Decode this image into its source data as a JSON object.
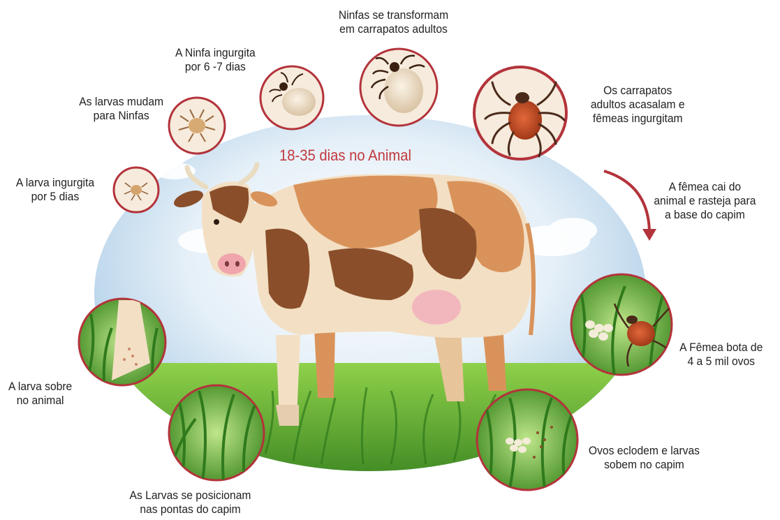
{
  "center_label": "18-35 dias no Animal",
  "stages": [
    {
      "id": "larva-ingurgita",
      "text_lines": [
        "A larva ingurgita",
        "por 5 dias"
      ]
    },
    {
      "id": "larvas-mudam",
      "text_lines": [
        "As larvas mudam",
        "para Ninfas"
      ]
    },
    {
      "id": "ninfa-ingurgita",
      "text_lines": [
        "A Ninfa ingurgita",
        "por 6 -7 dias"
      ]
    },
    {
      "id": "ninfas-transformam",
      "text_lines": [
        "Ninfas se transformam",
        "em carrapatos adultos"
      ]
    },
    {
      "id": "adultos-acasalam",
      "text_lines": [
        "Os carrapatos",
        "adultos acasalam e",
        "fêmeas ingurgitam"
      ]
    },
    {
      "id": "femea-cai",
      "text_lines": [
        "A fêmea cai do",
        "animal e rasteja para",
        "a base do capim"
      ]
    },
    {
      "id": "femea-bota",
      "text_lines": [
        "A Fêmea bota de",
        "4 a 5 mil ovos"
      ]
    },
    {
      "id": "ovos-eclodem",
      "text_lines": [
        "Ovos eclodem e larvas",
        "sobem no capim"
      ]
    },
    {
      "id": "larvas-posicionam",
      "text_lines": [
        "As Larvas se posicionam",
        "nas pontas do capim"
      ]
    },
    {
      "id": "larva-sobe",
      "text_lines": [
        "A larva sobre",
        "no animal"
      ]
    }
  ],
  "colors": {
    "ring": "#b3333b",
    "accent_text": "#c0393f",
    "sky": "#bcd8ec",
    "grass": "#4e9a2a",
    "cow_brown": "#8a4f2a",
    "cow_tan": "#d9935a",
    "cow_light": "#f3dfc4",
    "tick_dark": "#4a2a1a",
    "tick_red": "#b5431f",
    "tick_pale": "#efe0cc"
  }
}
